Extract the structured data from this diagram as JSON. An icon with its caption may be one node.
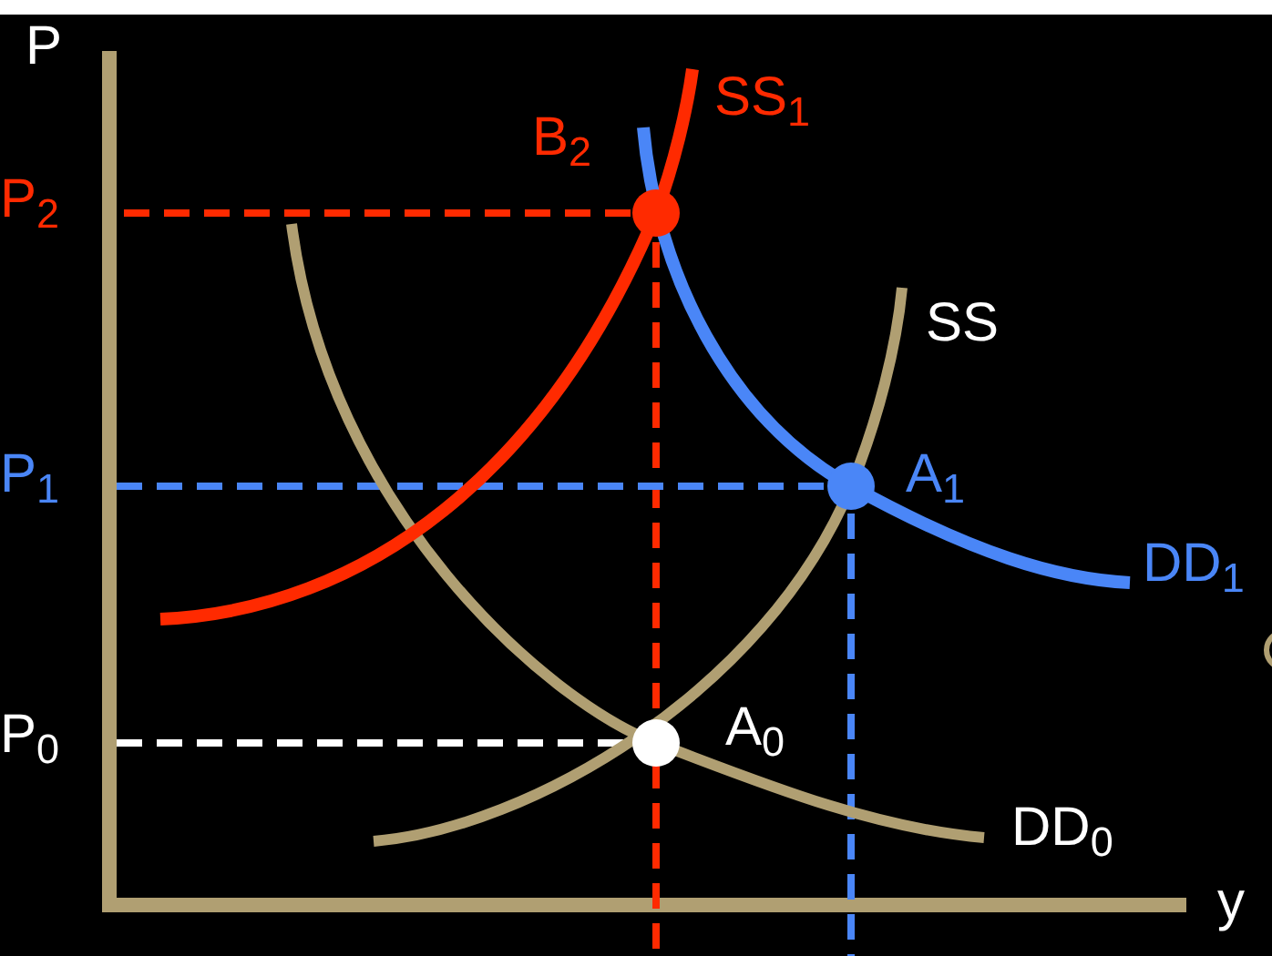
{
  "diagram": {
    "labels": [
      "P",
      "P$_{2}$",
      "B$_{2}$",
      "SS$_{1}$",
      "SS",
      "P$_{1}$",
      "A$_{1}$",
      "DD$_{1}$",
      "P$_{0}$",
      "A$_{0}$",
      "DD$_{0}$",
      "y"
    ]
  }
}
